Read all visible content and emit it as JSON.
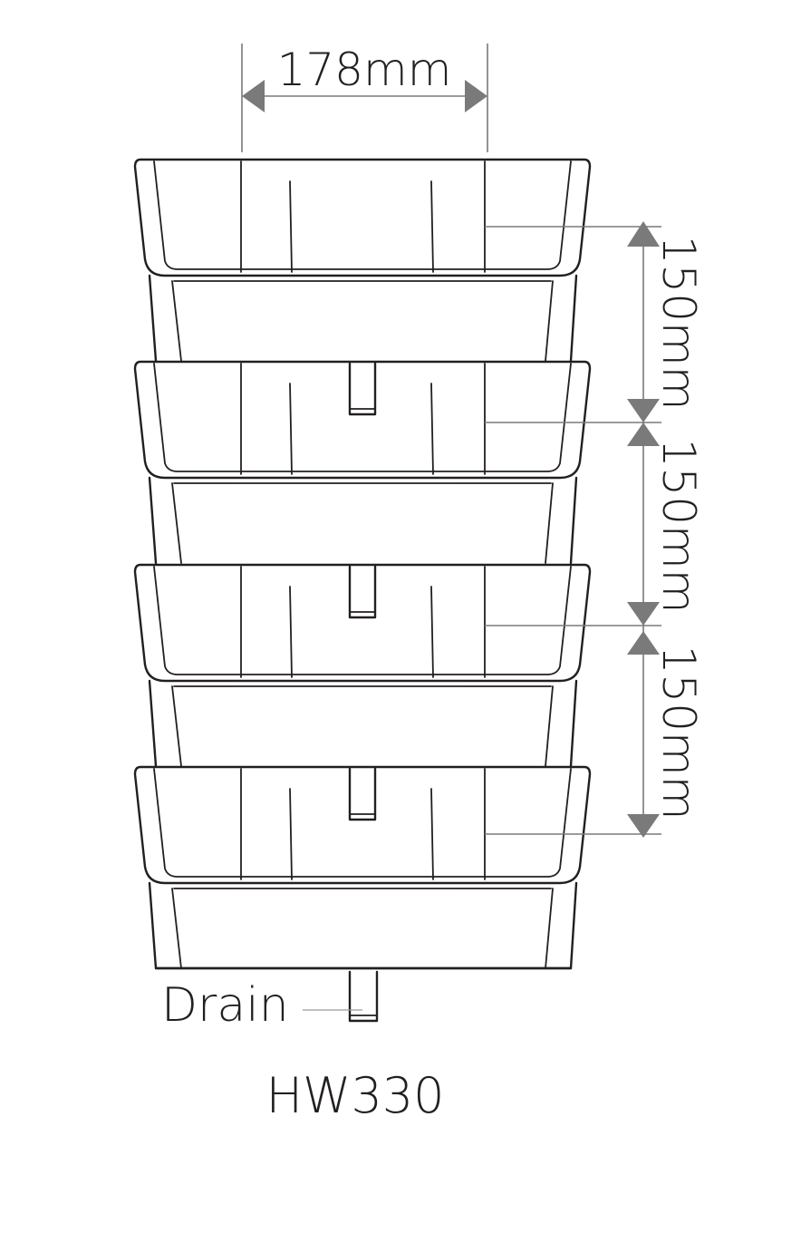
{
  "dimensions": {
    "width_label": "178mm",
    "spacing_labels": [
      "150mm",
      "150mm",
      "150mm"
    ]
  },
  "labels": {
    "drain": "Drain",
    "model": "HW330"
  },
  "modules": {
    "count": 4
  },
  "colors": {
    "outline": "#231f20",
    "dimension": "#7a7a7a",
    "background": "#ffffff"
  }
}
